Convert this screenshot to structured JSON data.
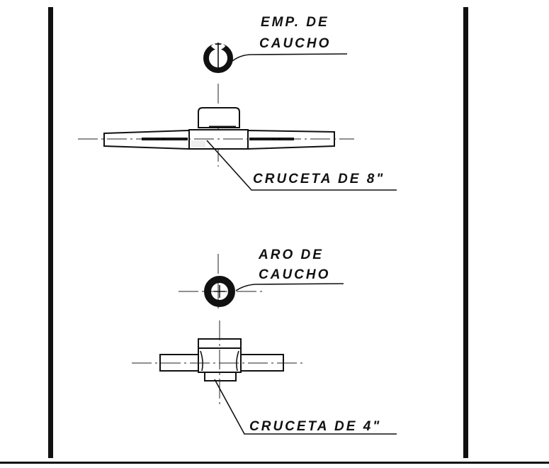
{
  "drawing": {
    "top_assembly": {
      "seal_label_line1": "EMP. DE",
      "seal_label_line2": "CAUCHO",
      "cross_label": "CRUCETA DE 8\""
    },
    "bottom_assembly": {
      "ring_label_line1": "ARO DE",
      "ring_label_line2": "CAUCHO",
      "cross_label": "CRUCETA DE 4\""
    }
  }
}
